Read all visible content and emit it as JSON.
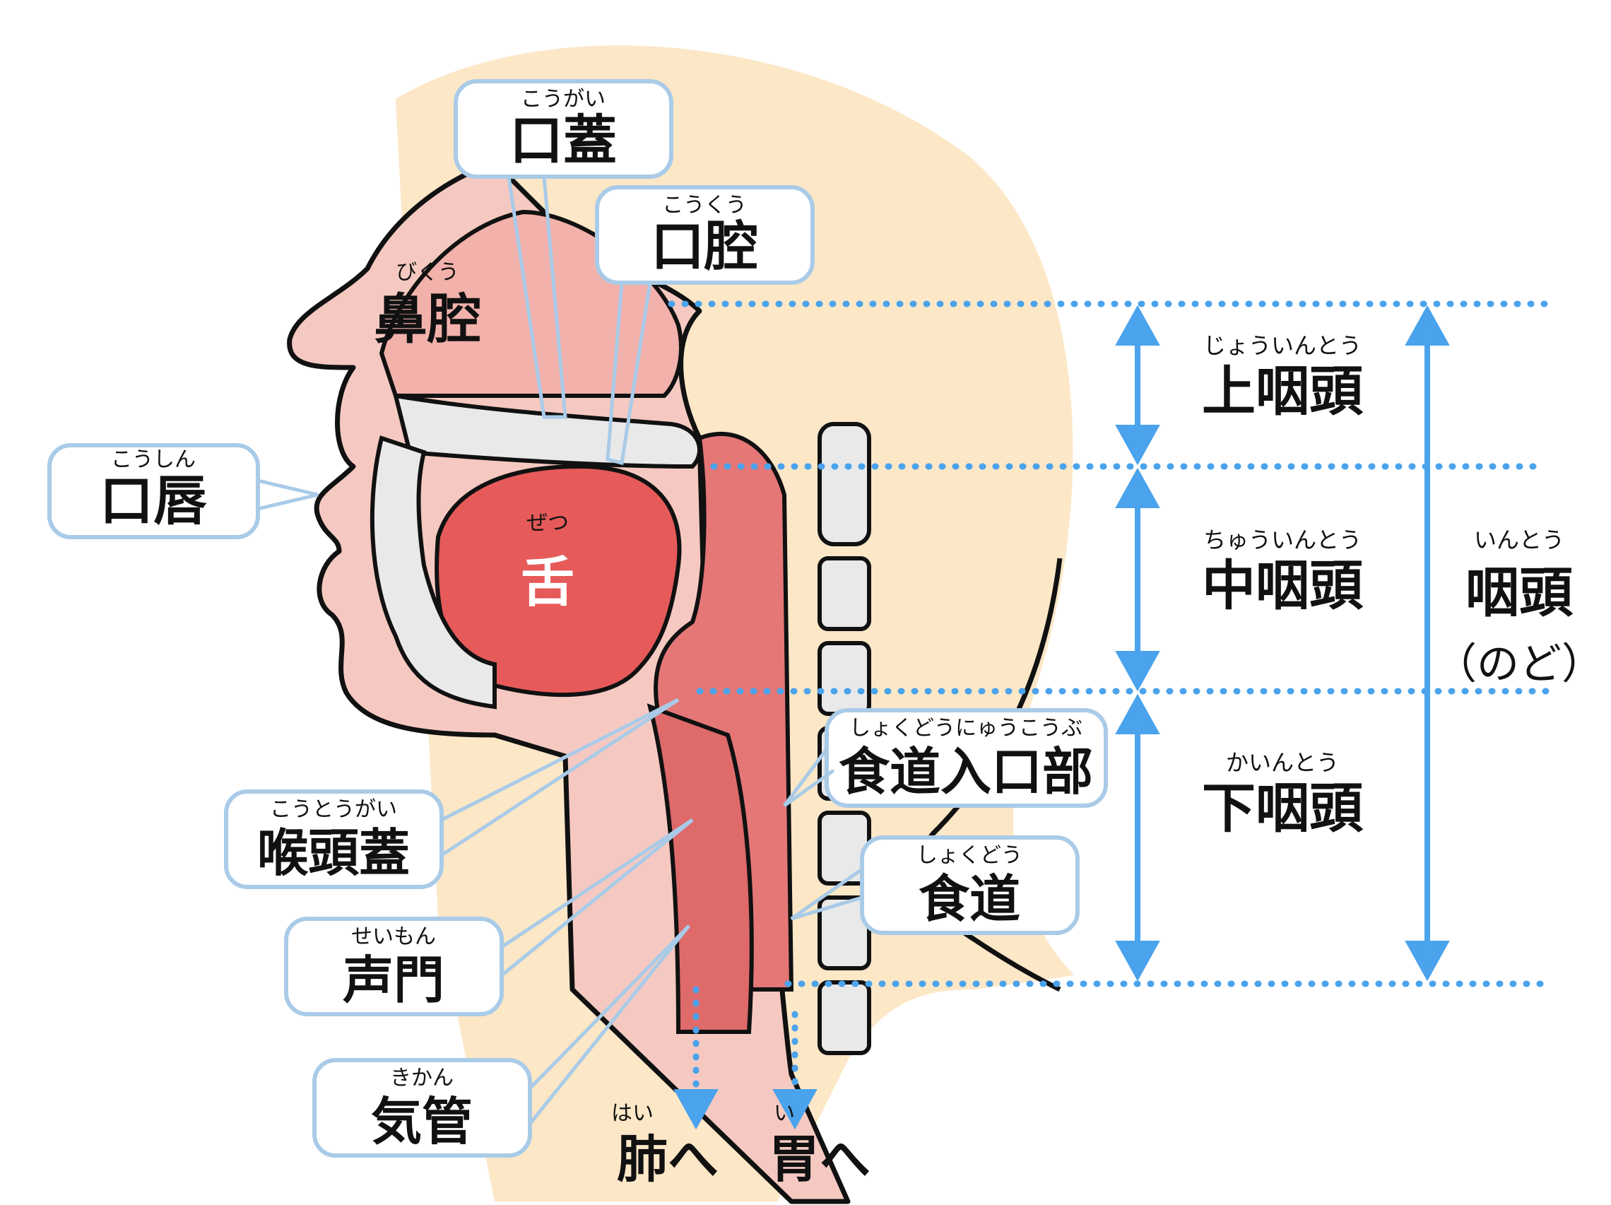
{
  "colors": {
    "skin": "#f5c9c1",
    "skin_outline": "#111111",
    "neck_shadow": "#fbe3bd",
    "tissue": "#e57777",
    "tongue": "#e65a5a",
    "bone": "#e9e9e9",
    "callout_border": "#a9cbe8",
    "divider_blue": "#4aa3ec",
    "text": "#111111"
  },
  "labels": {
    "palate": {
      "ruby": "こうがい",
      "text": "口蓋"
    },
    "oral_cavity": {
      "ruby": "こうくう",
      "text": "口腔"
    },
    "nasal_cavity": {
      "ruby": "びくう",
      "text": "鼻腔"
    },
    "lips": {
      "ruby": "こうしん",
      "text": "口唇"
    },
    "tongue": {
      "ruby": "ぜつ",
      "text": "舌"
    },
    "epiglottis": {
      "ruby": "こうとうがい",
      "text": "喉頭蓋"
    },
    "glottis": {
      "ruby": "せいもん",
      "text": "声門"
    },
    "trachea": {
      "ruby": "きかん",
      "text": "気管"
    },
    "esoph_entrance": {
      "ruby": "しょくどうにゅうこうぶ",
      "text": "食道入口部"
    },
    "esophagus": {
      "ruby": "しょくどう",
      "text": "食道"
    },
    "to_lungs": {
      "ruby": "はい",
      "text": "肺へ"
    },
    "to_stomach": {
      "ruby": "い",
      "text": "胃へ"
    }
  },
  "regions": {
    "upper": {
      "ruby": "じょういんとう",
      "text": "上咽頭"
    },
    "middle": {
      "ruby": "ちゅういんとう",
      "text": "中咽頭"
    },
    "lower": {
      "ruby": "かいんとう",
      "text": "下咽頭"
    },
    "whole": {
      "ruby": "いんとう",
      "text": "咽頭",
      "sub": "（のど）"
    }
  }
}
